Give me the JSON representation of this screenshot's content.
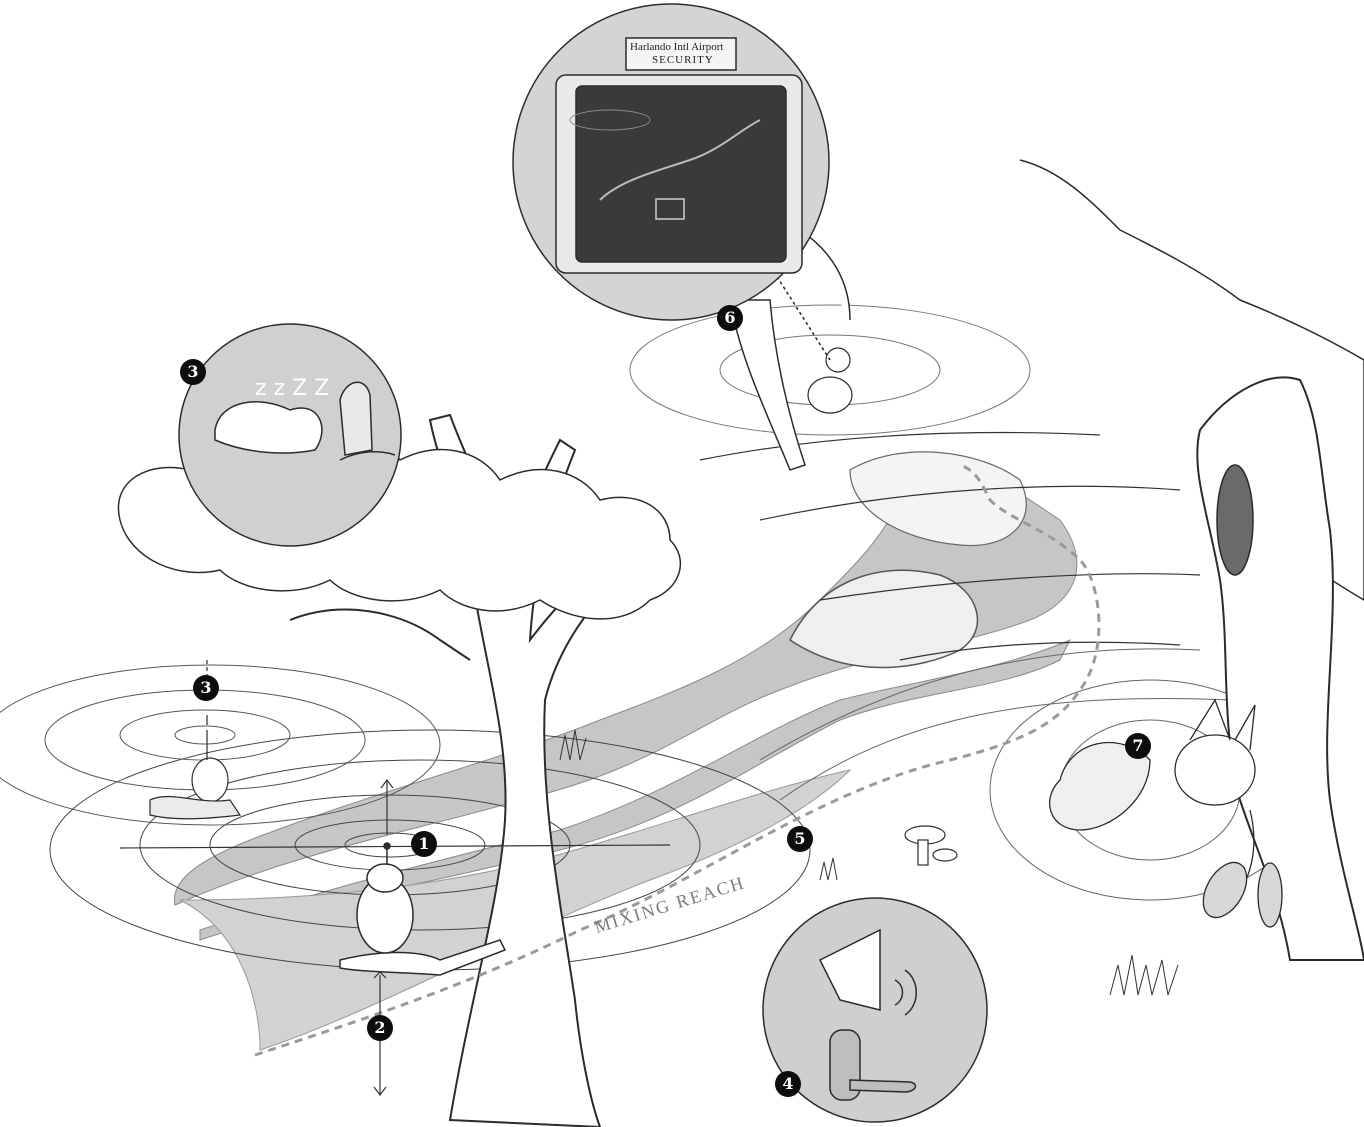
{
  "sign": {
    "line1": "Harlando Intl Airport",
    "line2": "SECURITY"
  },
  "reach_label": "MIXING REACH",
  "markers": {
    "m1": "1",
    "m2": "2",
    "m3_inset": "3",
    "m3_field": "3",
    "m4": "4",
    "m5": "5",
    "m6": "6",
    "m7": "7"
  },
  "colors": {
    "stream_fill": "#c6c6c6",
    "inset_fill": "#cfcfcf",
    "screen_fill": "#3a3a3a",
    "marker_fill": "#0d0d0d",
    "line_color": "#2b2b2b"
  }
}
